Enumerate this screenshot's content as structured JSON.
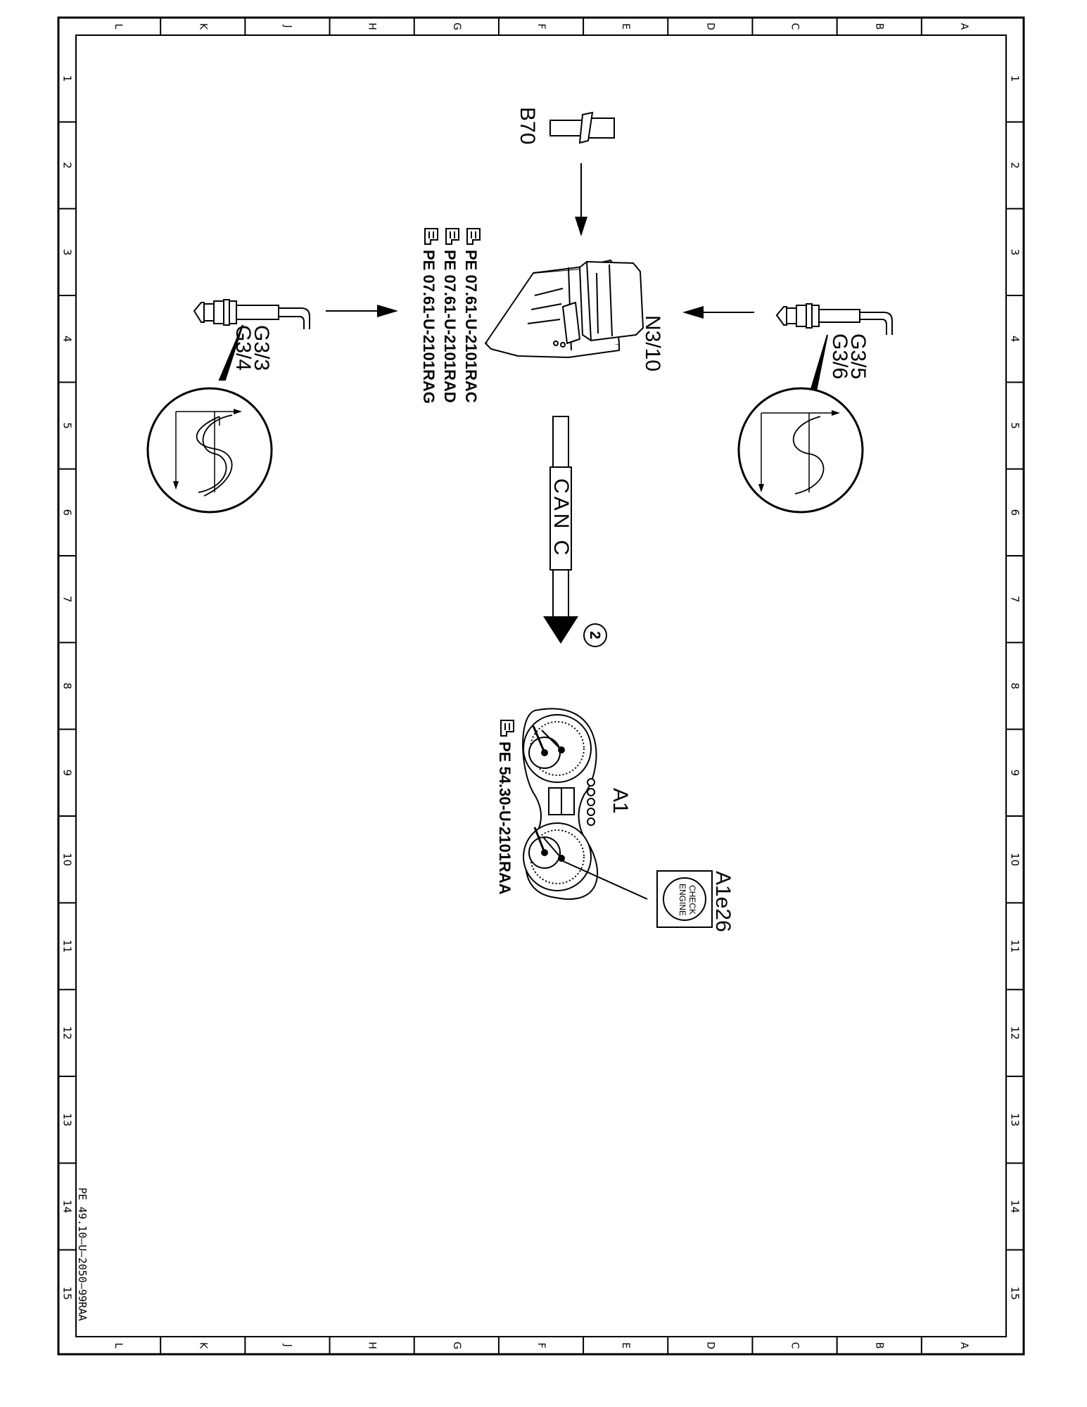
{
  "grid": {
    "letters": [
      "L",
      "K",
      "J",
      "H",
      "G",
      "F",
      "E",
      "D",
      "C",
      "B",
      "A"
    ],
    "numbers": [
      "1",
      "2",
      "3",
      "4",
      "5",
      "6",
      "7",
      "8",
      "9",
      "10",
      "11",
      "12",
      "13",
      "14",
      "15"
    ]
  },
  "components": {
    "b70": "B70",
    "n3_10": "N3/10",
    "g3_3": "G3/3",
    "g3_4": "G3/4",
    "g3_5": "G3/5",
    "g3_6": "G3/6",
    "a1": "A1",
    "a1e26": "A1e26"
  },
  "bus": {
    "label": "CAN C",
    "circle_number": "2"
  },
  "lamp": {
    "line1": "CHECK",
    "line2": "ENGINE"
  },
  "refs": {
    "n3_10": [
      "PE 07.61-U-2101RAC",
      "PE 07.61-U-2101RAD",
      "PE 07.61-U-2101RAG"
    ],
    "a1": "PE 54.30-U-2101RAA"
  },
  "footer_id": "PE 49.10–U–2050–99RAA"
}
